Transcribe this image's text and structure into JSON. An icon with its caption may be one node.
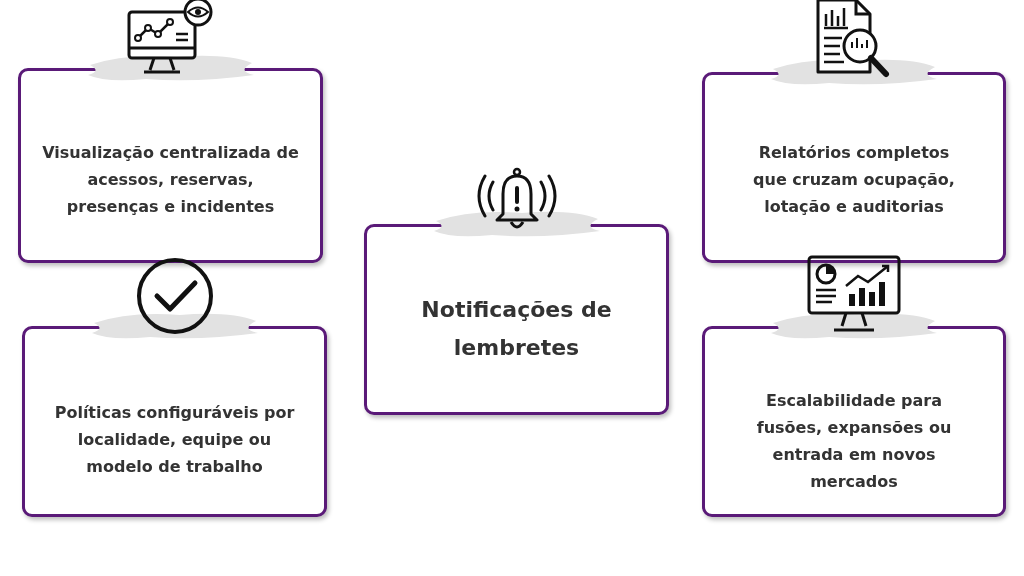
{
  "diagram": {
    "nodes": [
      {
        "text": [
          "Visualização centralizada de acessos, reservas, presenças e incidentes"
        ]
      },
      {
        "text": [
          "Políticas configuráveis por localidade, equipe ou modelo de trabalho"
        ]
      },
      {
        "text": [
          "Notificações de lembretes"
        ]
      },
      {
        "text": [
          "Relatórios completos que cruzam ocupação, lotação e auditorias"
        ]
      },
      {
        "text": [
          "Escalabilidade para fusões, expansões ou entrada em novos mercados"
        ]
      }
    ],
    "edges": []
  }
}
